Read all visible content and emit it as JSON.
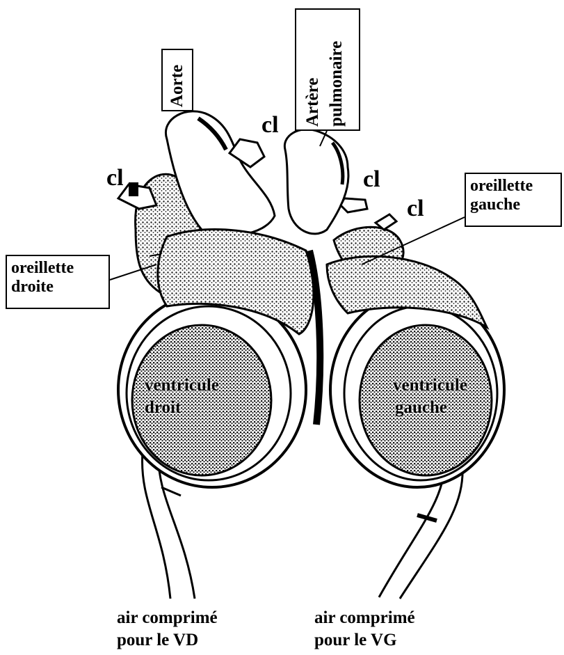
{
  "labels": {
    "aorta": "Aorte",
    "pulmonary_line1": "Artère",
    "pulmonary_line2": "pulmonaire",
    "right_atrium_line1": "oreillette",
    "right_atrium_line2": "droite",
    "left_atrium_line1": "oreillette",
    "left_atrium_line2": "gauche",
    "clamp": "cl",
    "right_ventricle_line1": "ventricule",
    "right_ventricle_line2": "droit",
    "left_ventricle_line1": "ventricule",
    "left_ventricle_line2": "gauche",
    "air_vd_line1": "air comprimé",
    "air_vd_line2": "pour le VD",
    "air_vg_line1": "air comprimé",
    "air_vg_line2": "pour le VG"
  },
  "colors": {
    "ink": "#000000",
    "paper": "#ffffff",
    "stipple": "#1a1a1a"
  }
}
